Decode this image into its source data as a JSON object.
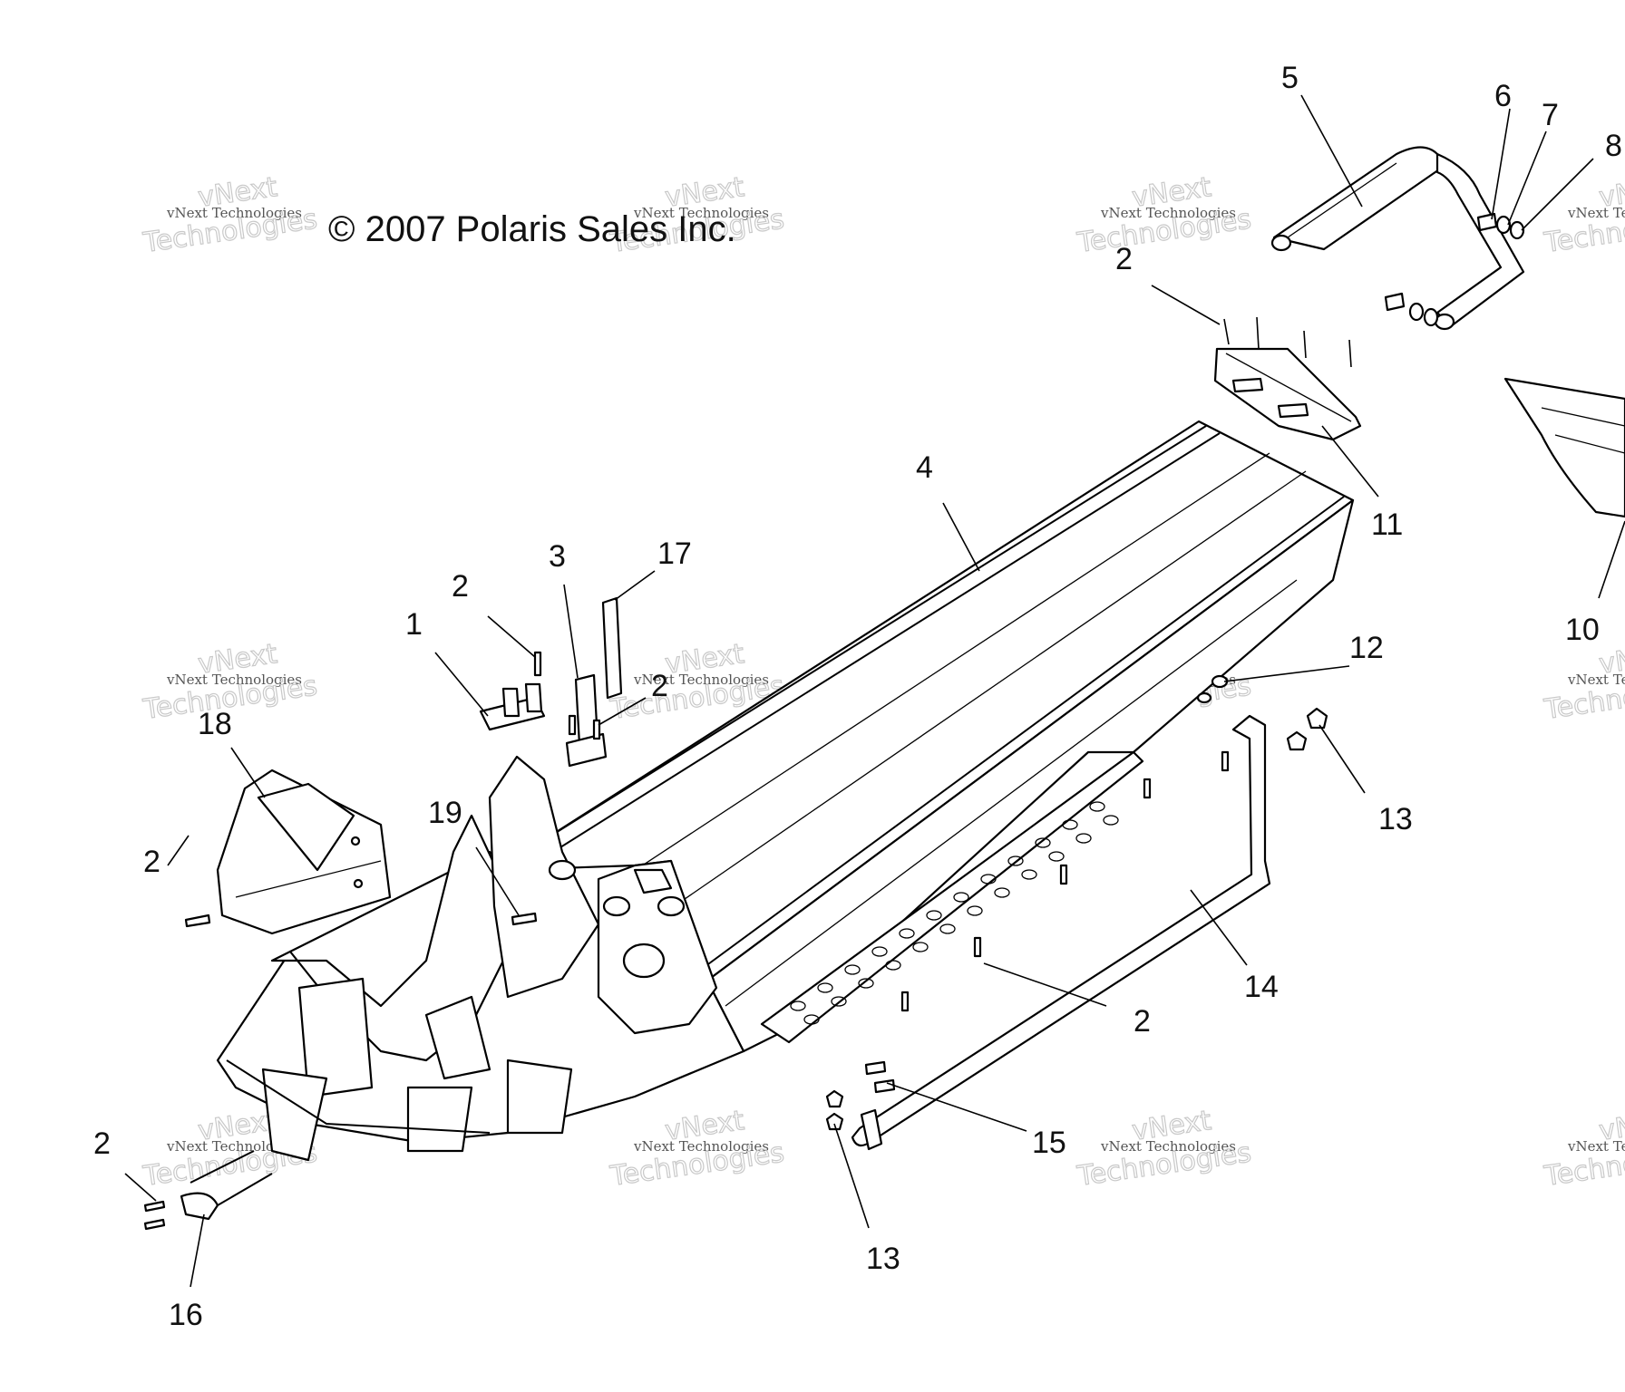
{
  "copyright": "© 2007 Polaris Sales Inc.",
  "watermark": {
    "line1": "vNext Technologies",
    "line2": "vNext",
    "line3": "Technologies"
  },
  "callouts": {
    "c1": "1",
    "c2a": "2",
    "c2b": "2",
    "c2c": "2",
    "c2d": "2",
    "c2e": "2",
    "c2f": "2",
    "c3": "3",
    "c4": "4",
    "c5": "5",
    "c6": "6",
    "c7": "7",
    "c8": "8",
    "c10": "10",
    "c11": "11",
    "c12": "12",
    "c13a": "13",
    "c13b": "13",
    "c14": "14",
    "c15": "15",
    "c16": "16",
    "c17": "17",
    "c18": "18",
    "c19": "19"
  }
}
